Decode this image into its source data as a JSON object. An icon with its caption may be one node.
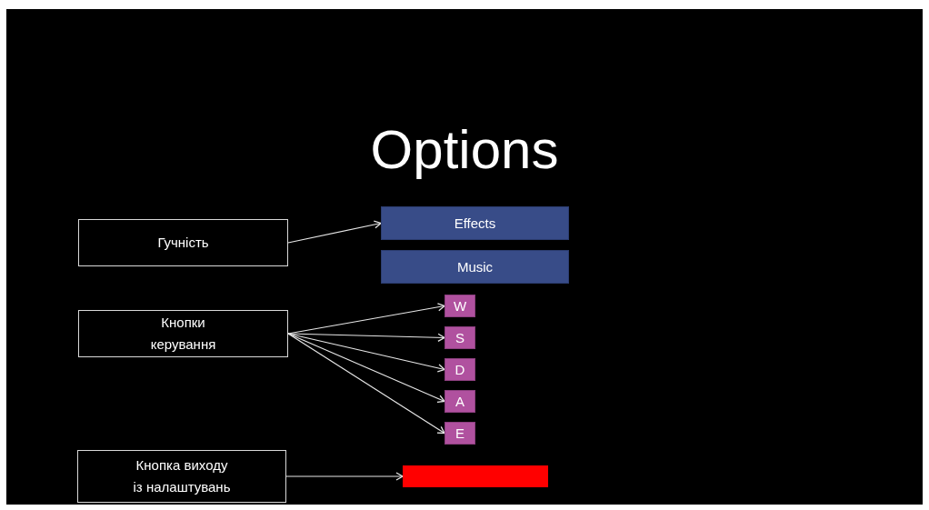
{
  "diagram": {
    "title": "Options",
    "nodes": [
      {
        "text": [
          "Гучність"
        ]
      },
      {
        "text": [
          "Effects"
        ]
      },
      {
        "text": [
          "Music"
        ]
      },
      {
        "text": [
          "Кнопки керування"
        ]
      },
      {
        "text": [
          "W"
        ]
      },
      {
        "text": [
          "S"
        ]
      },
      {
        "text": [
          "D"
        ]
      },
      {
        "text": [
          "A"
        ]
      },
      {
        "text": [
          "E"
        ]
      },
      {
        "text": [
          "Кнопка виходу із налаштувань"
        ]
      },
      {
        "text": [],
        "shape": "bar"
      }
    ],
    "edges": [
      {
        "from": 0,
        "to": 1,
        "arrow": "to"
      },
      {
        "from": 3,
        "to": 4,
        "arrow": "to"
      },
      {
        "from": 3,
        "to": 5,
        "arrow": "to"
      },
      {
        "from": 3,
        "to": 6,
        "arrow": "to"
      },
      {
        "from": 3,
        "to": 7,
        "arrow": "to"
      },
      {
        "from": 3,
        "to": 8,
        "arrow": "to"
      },
      {
        "from": 9,
        "to": 10,
        "arrow": "to"
      }
    ]
  }
}
